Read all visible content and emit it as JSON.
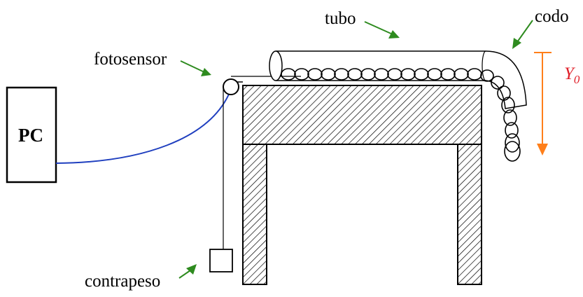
{
  "labels": {
    "tubo": "tubo",
    "codo": "codo",
    "fotosensor": "fotosensor",
    "contrapeso": "contrapeso",
    "pc": "PC",
    "y_symbol": "Y",
    "y_subscript": "0"
  },
  "colors": {
    "arrow": "#2e8b1f",
    "cable": "#1f3fbf",
    "height_marker": "#ff7f1a",
    "y0_text": "#e0202a"
  },
  "icons": {
    "label_pointer": "green-arrow-icon",
    "height_arrow": "orange-down-arrow-icon"
  }
}
